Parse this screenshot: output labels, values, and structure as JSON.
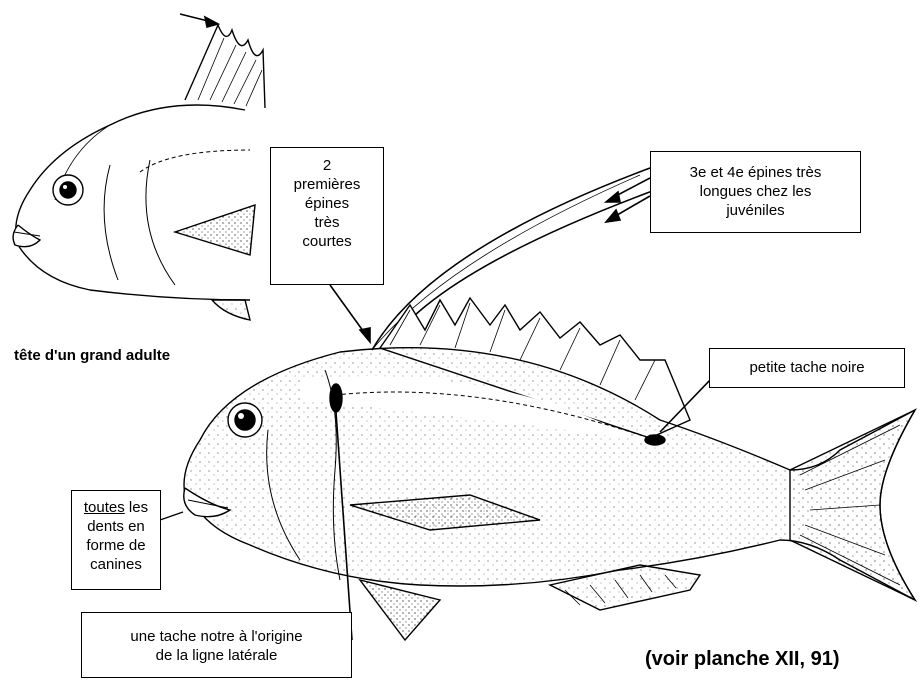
{
  "labels": {
    "short_spines": [
      "2",
      "premières",
      "épines",
      "très",
      "courtes"
    ],
    "long_spines": [
      "3e et 4e épines très",
      "longues chez les",
      "juvéniles"
    ],
    "black_spot": "petite tache noire",
    "teeth": {
      "underlined": "toutes",
      "rest": " les",
      "lines": [
        "dents en",
        "forme de",
        "canines"
      ]
    },
    "lateral_line": [
      "une tache notre à l'origine",
      "de la ligne latérale"
    ]
  },
  "captions": {
    "adult_head": "tête d'un grand adulte",
    "plate_ref": "(voir planche XII, 91)"
  }
}
